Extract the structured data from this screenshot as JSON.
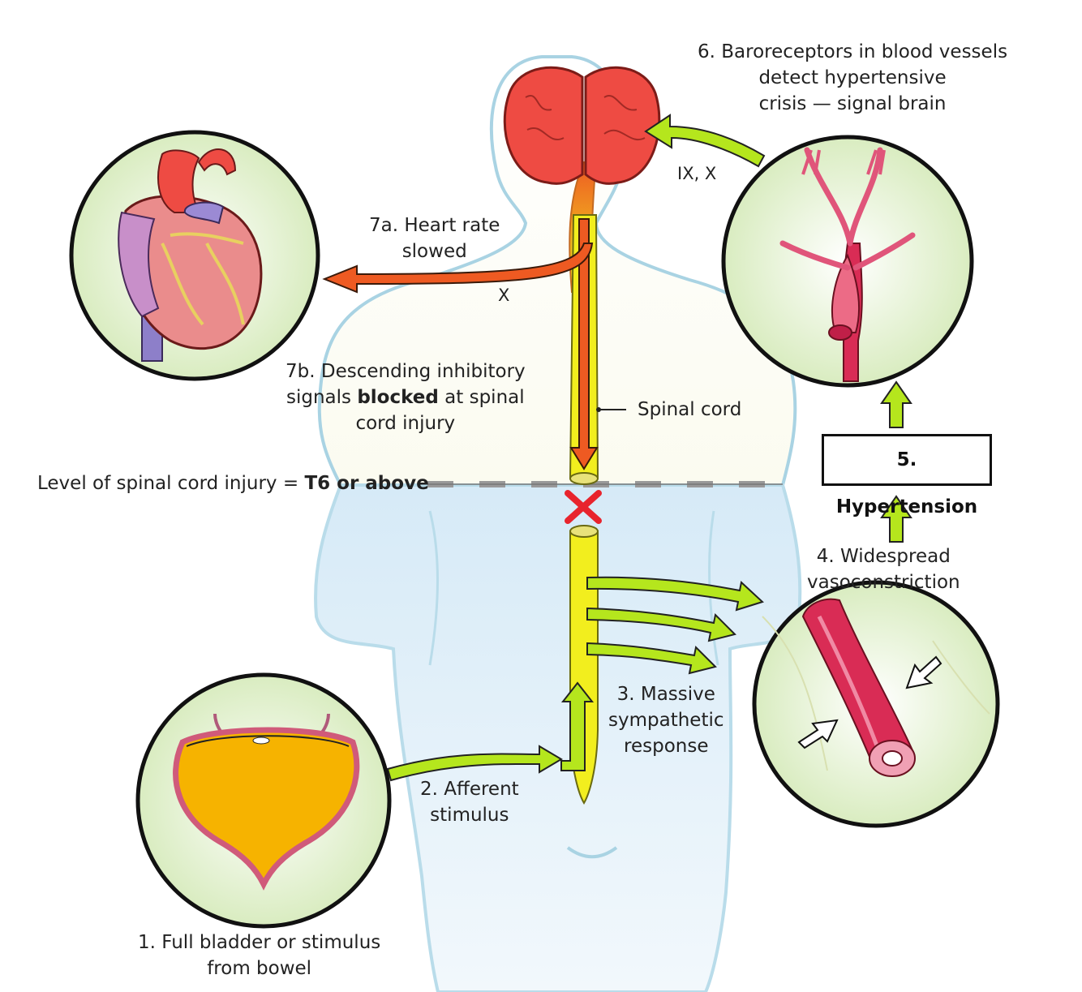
{
  "labels": {
    "step1_line1": "1. Full bladder or stimulus",
    "step1_line2": "from bowel",
    "step2_line1": "2. Afferent",
    "step2_line2": "stimulus",
    "step3_line1": "3. Massive",
    "step3_line2": "sympathetic",
    "step3_line3": "response",
    "step4_line1": "4. Widespread",
    "step4_line2": "vasoconstriction",
    "step5": "5. Hypertension",
    "step6_line1": "6. Baroreceptors in blood vessels",
    "step6_line2": "detect hypertensive",
    "step6_line3": "crisis — signal brain",
    "step7a_line1": "7a. Heart rate",
    "step7a_line2": "slowed",
    "step7b_line1": "7b. Descending inhibitory",
    "step7b_line2_pre": "signals ",
    "step7b_line2_bold": "blocked",
    "step7b_line2_post": " at spinal",
    "step7b_line3": "cord injury",
    "spinal_cord": "Spinal cord",
    "injury_level_pre": "Level of spinal cord injury = ",
    "injury_level_bold": "T6 or above",
    "nerve_ix_x": "IX, X",
    "nerve_x": "X"
  },
  "colors": {
    "body_outline": "#a9d3e3",
    "lower_body_fill": "#dcedf8",
    "spinal_cord": "#f2ee1e",
    "arrow_green": "#b5e61d",
    "arrow_orange": "#ee5a22",
    "brain": "#ee4b43",
    "vessel": "#d92c55",
    "bladder": "#f6b300",
    "circle_fill": "#eaf4d4",
    "injury_x": "#e8242d"
  }
}
